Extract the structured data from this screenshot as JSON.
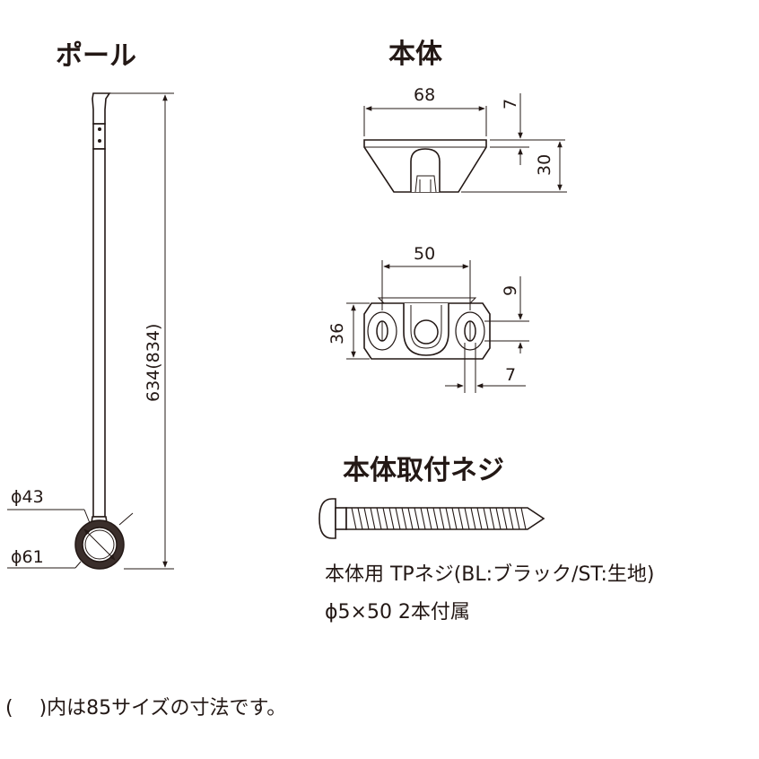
{
  "headings": {
    "pole": "ポール",
    "body": "本体",
    "screw": "本体取付ネジ"
  },
  "pole": {
    "length": "634(834)",
    "inner_diameter": "ϕ43",
    "outer_diameter": "ϕ61"
  },
  "body_side": {
    "width": "68",
    "top_thickness": "7",
    "height": "30"
  },
  "body_top": {
    "hole_pitch": "50",
    "height": "36",
    "offset": "9",
    "hole_width": "7"
  },
  "screw": {
    "spec_line1": "本体用 TPネジ(BL:ブラック/ST:生地)",
    "spec_line2": "ϕ5×50 2本付属"
  },
  "footnote": "(　 )内は85サイズの寸法です。",
  "colors": {
    "line": "#231815",
    "background": "#ffffff"
  }
}
